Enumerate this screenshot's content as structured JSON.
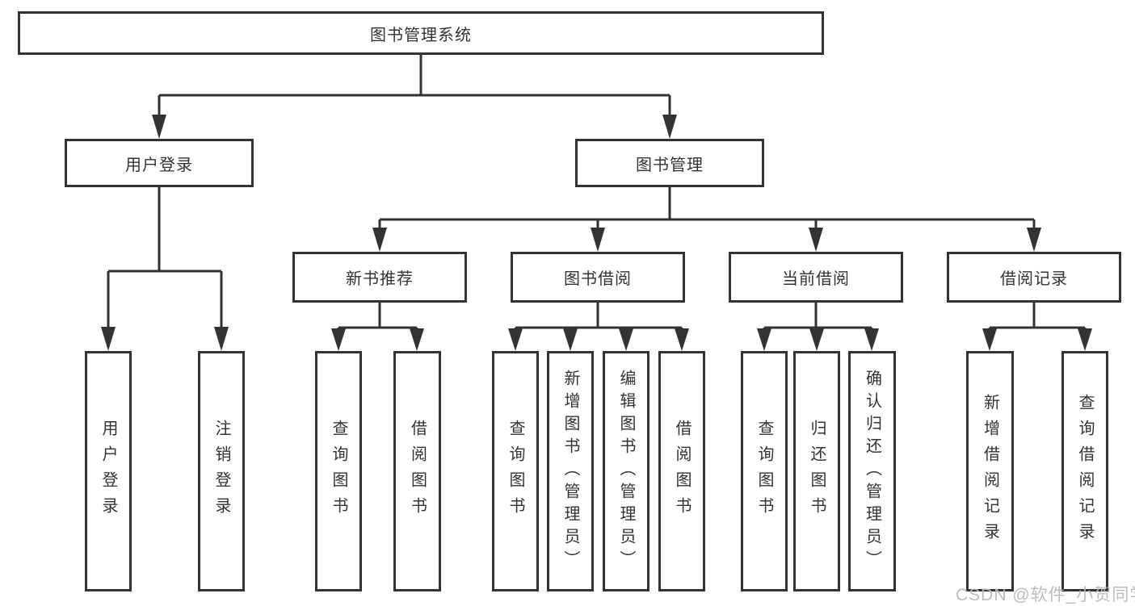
{
  "tree": {
    "root": {
      "label": "图书管理系统"
    },
    "children": [
      {
        "label": "用户登录",
        "children": [
          {
            "label": "用户登录"
          },
          {
            "label": "注销登录"
          }
        ]
      },
      {
        "label": "图书管理",
        "children": [
          {
            "label": "新书推荐",
            "children": [
              {
                "label": "查询图书"
              },
              {
                "label": "借阅图书"
              }
            ]
          },
          {
            "label": "图书借阅",
            "children": [
              {
                "label": "查询图书"
              },
              {
                "label": "新增图书（管理员）"
              },
              {
                "label": "编辑图书（管理员）"
              },
              {
                "label": "借阅图书"
              }
            ]
          },
          {
            "label": "当前借阅",
            "children": [
              {
                "label": "查询图书"
              },
              {
                "label": "归还图书"
              },
              {
                "label": "确认归还（管理员）"
              }
            ]
          },
          {
            "label": "借阅记录",
            "children": [
              {
                "label": "新增借阅记录"
              },
              {
                "label": "查询借阅记录"
              }
            ]
          }
        ]
      }
    ]
  },
  "watermark": "CSDN @软件_小贺同学",
  "colors": {
    "line": "#333333",
    "text": "#333333",
    "watermark": "#b8b8b8",
    "background": "#ffffff"
  }
}
